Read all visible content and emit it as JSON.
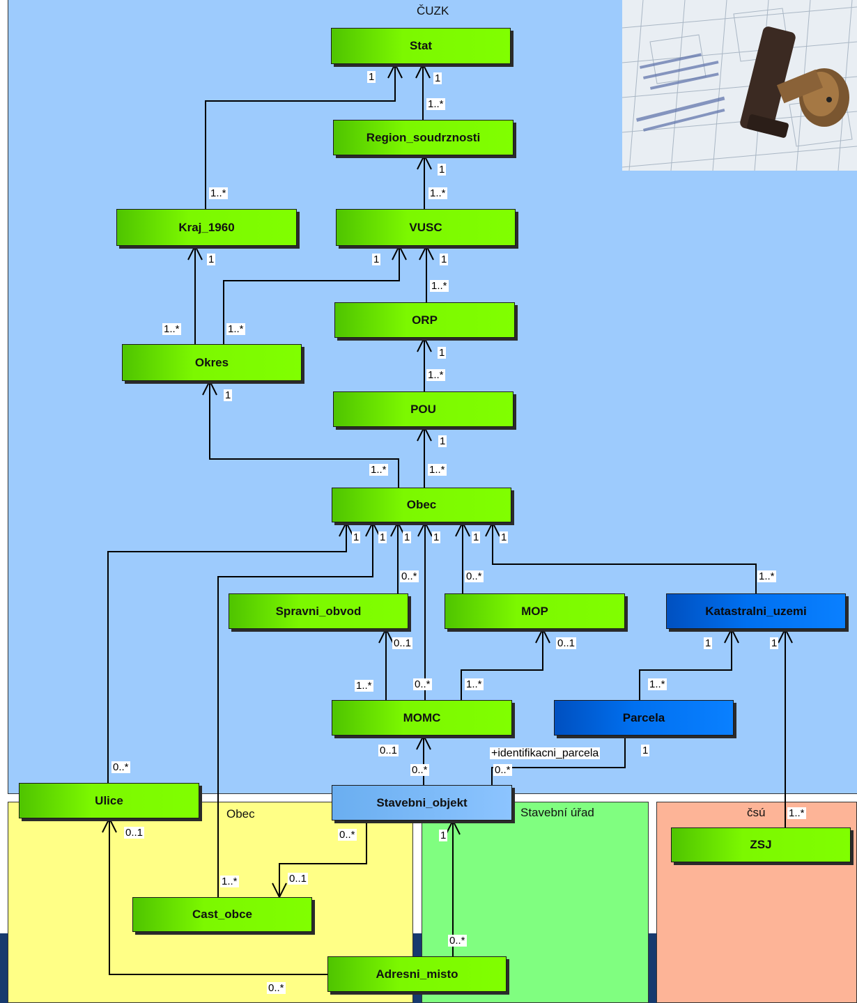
{
  "regions": {
    "cuzk": "ČUZK",
    "obec": "Obec",
    "stavebni_urad": "Stavební úřad",
    "csu": "čsú"
  },
  "classes": {
    "stat": "Stat",
    "region_soudrznosti": "Region_soudrznosti",
    "kraj_1960": "Kraj_1960",
    "vusc": "VUSC",
    "orp": "ORP",
    "okres": "Okres",
    "pou": "POU",
    "obec": "Obec",
    "spravni_obvod": "Spravni_obvod",
    "mop": "MOP",
    "katastralni_uzemi": "Katastralni_uzemi",
    "momc": "MOMC",
    "parcela": "Parcela",
    "ulice": "Ulice",
    "stavebni_objekt": "Stavebni_objekt",
    "zsj": "ZSJ",
    "cast_obce": "Cast_obce",
    "adresni_misto": "Adresni_misto"
  },
  "multiplicities": {
    "stat_kraj_1": "1",
    "stat_rs_1": "1",
    "rs_stat_1n": "1..*",
    "vusc_rs_1": "1",
    "vusc_rs_1n": "1..*",
    "kraj_okres_1n_top": "1..*",
    "kraj_1": "1",
    "vusc_okres_1": "1",
    "vusc_orp_1": "1",
    "orp_vusc_1n": "1..*",
    "okres_kraj_1n": "1..*",
    "okres_vusc_1n": "1..*",
    "orp_pou_1": "1",
    "pou_orp_1n": "1..*",
    "okres_obec_1": "1",
    "pou_obec_1": "1",
    "obec_okres_1n": "1..*",
    "obec_pou_1n": "1..*",
    "obec_ulice_1": "1",
    "obec_cast_1": "1",
    "obec_so_1": "1",
    "obec_momc_1": "1",
    "obec_mop_1": "1",
    "obec_ku_1": "1",
    "so_obec_0n": "0..*",
    "mop_obec_0n": "0..*",
    "ku_obec_1n": "1..*",
    "so_momc_01": "0..1",
    "mop_momc_01": "0..1",
    "ku_parcela_1": "1",
    "ku_zsj_1": "1",
    "momc_so_1n": "1..*",
    "momc_obec_0n": "0..*",
    "momc_mop_1n": "1..*",
    "parcela_ku_1n": "1..*",
    "momc_so_01": "0..1",
    "so_momc_0n": "0..*",
    "role_identifikacni": "+identifikacni_parcela",
    "parcela_so_1": "1",
    "so_parcela_0n": "0..*",
    "ulice_obec_0n": "0..*",
    "ulice_am_01": "0..1",
    "so_cast_0n": "0..*",
    "so_am_1": "1",
    "zsj_ku_1n": "1..*",
    "cast_obec_1n": "1..*",
    "cast_so_01": "0..1",
    "am_so_0n": "0..*",
    "am_ulice_0n": "0..*"
  }
}
